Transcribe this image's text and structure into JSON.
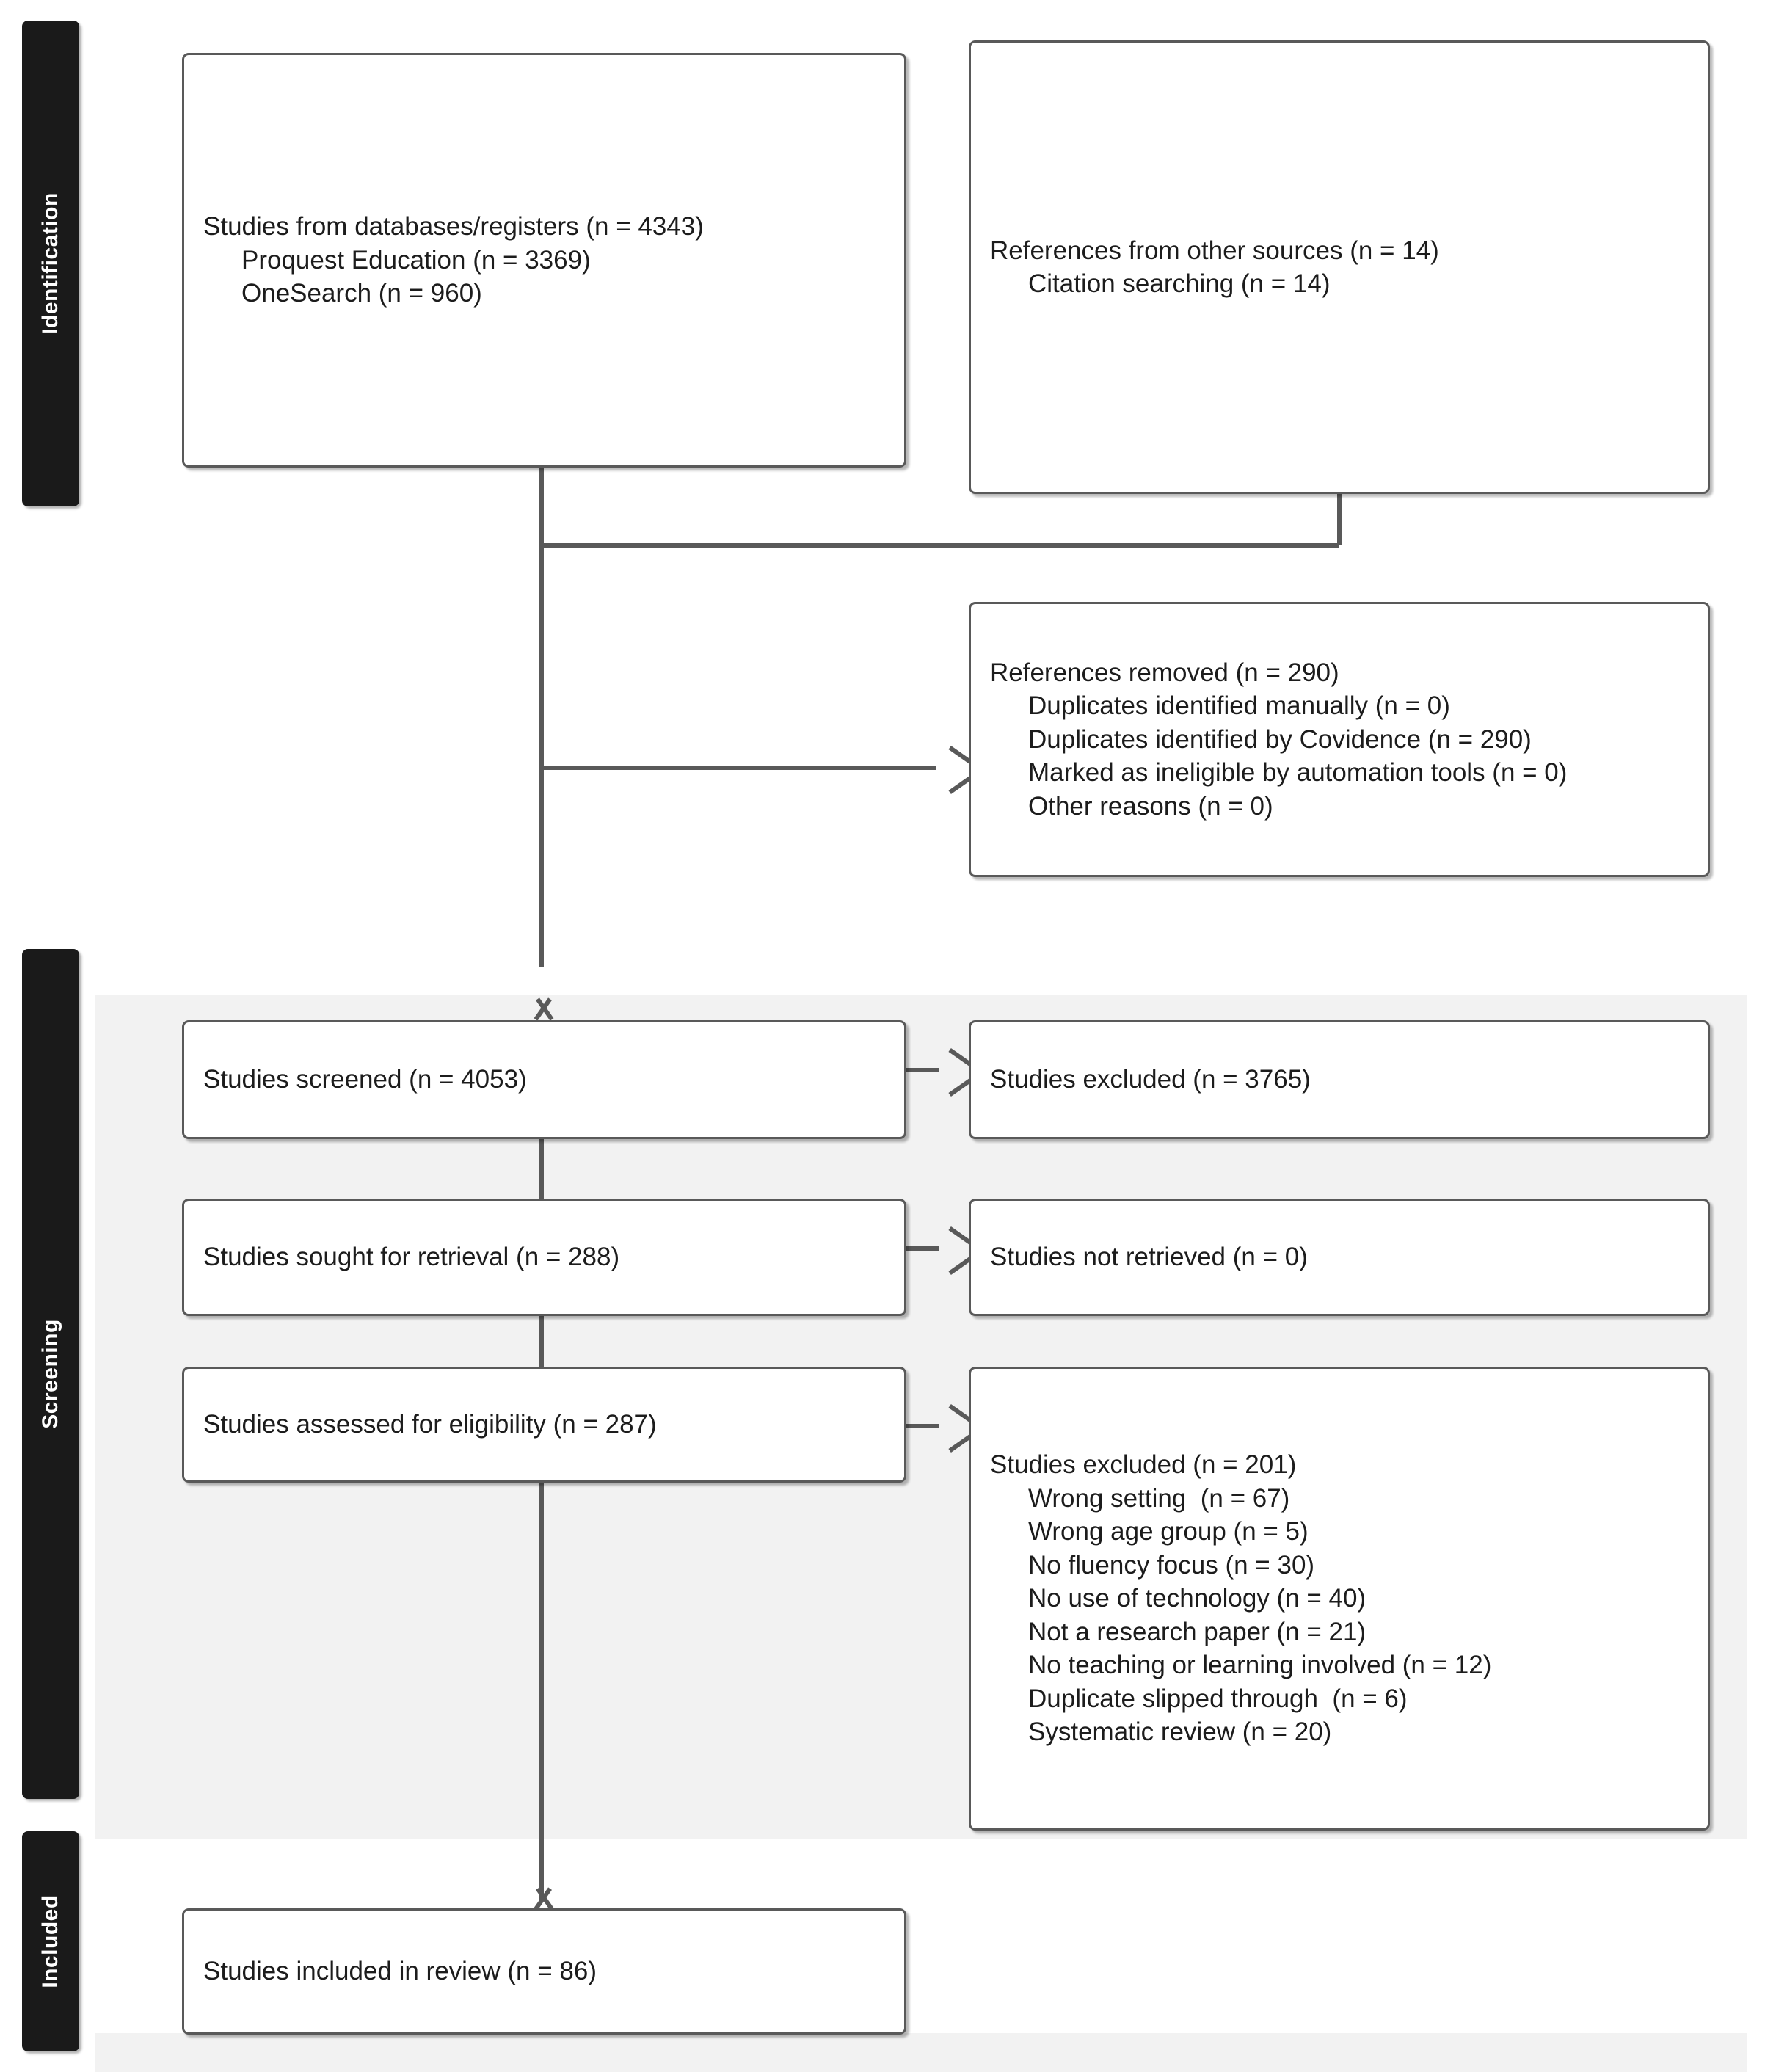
{
  "diagram": {
    "type": "prisma-flow-diagram",
    "stages": [
      {
        "id": "identification",
        "label": "Identification"
      },
      {
        "id": "screening",
        "label": "Screening"
      },
      {
        "id": "included",
        "label": "Included"
      }
    ],
    "boxes": [
      {
        "id": "databases-registers",
        "stage": "identification",
        "lines": [
          {
            "text": "Studies from databases/registers (n = 4343)",
            "level": "main"
          },
          {
            "text": "Proquest Education (n = 3369)",
            "level": "sub"
          },
          {
            "text": "OneSearch (n = 960)",
            "level": "sub"
          }
        ]
      },
      {
        "id": "other-sources",
        "stage": "identification",
        "lines": [
          {
            "text": "References from other sources (n = 14)",
            "level": "main"
          },
          {
            "text": "Citation searching (n = 14)",
            "level": "sub"
          }
        ]
      },
      {
        "id": "references-removed",
        "stage": "identification",
        "lines": [
          {
            "text": "References removed (n = 290)",
            "level": "main"
          },
          {
            "text": "Duplicates identified manually (n = 0)",
            "level": "sub"
          },
          {
            "text": "Duplicates identified by Covidence (n = 290)",
            "level": "sub"
          },
          {
            "text": "Marked as ineligible by automation tools (n = 0)",
            "level": "sub"
          },
          {
            "text": "Other reasons (n = 0)",
            "level": "sub"
          }
        ]
      },
      {
        "id": "studies-screened",
        "stage": "screening",
        "lines": [
          {
            "text": "Studies screened (n = 4053)",
            "level": "main"
          }
        ]
      },
      {
        "id": "studies-excluded-screening",
        "stage": "screening",
        "lines": [
          {
            "text": "Studies excluded (n = 3765)",
            "level": "main"
          }
        ]
      },
      {
        "id": "studies-sought-retrieval",
        "stage": "screening",
        "lines": [
          {
            "text": "Studies sought for retrieval (n = 288)",
            "level": "main"
          }
        ]
      },
      {
        "id": "studies-not-retrieved",
        "stage": "screening",
        "lines": [
          {
            "text": "Studies not retrieved (n = 0)",
            "level": "main"
          }
        ]
      },
      {
        "id": "studies-assessed-eligibility",
        "stage": "screening",
        "lines": [
          {
            "text": "Studies assessed for eligibility (n = 287)",
            "level": "main"
          }
        ]
      },
      {
        "id": "studies-excluded-eligibility",
        "stage": "screening",
        "lines": [
          {
            "text": "Studies excluded (n = 201)",
            "level": "main"
          },
          {
            "text": "Wrong setting  (n = 67)",
            "level": "sub"
          },
          {
            "text": "Wrong age group (n = 5)",
            "level": "sub"
          },
          {
            "text": "No fluency focus (n = 30)",
            "level": "sub"
          },
          {
            "text": "No use of technology (n = 40)",
            "level": "sub"
          },
          {
            "text": "Not a research paper (n = 21)",
            "level": "sub"
          },
          {
            "text": "No teaching or learning involved (n = 12)",
            "level": "sub"
          },
          {
            "text": "Duplicate slipped through  (n = 6)",
            "level": "sub"
          },
          {
            "text": "Systematic review (n = 20)",
            "level": "sub"
          }
        ]
      },
      {
        "id": "studies-included-review",
        "stage": "included",
        "lines": [
          {
            "text": "Studies included in review (n = 86)",
            "level": "main"
          }
        ]
      }
    ],
    "colors": {
      "box_border": "#595959",
      "box_fill": "#ffffff",
      "stage_bar": "#1a1a1a",
      "stage_label": "#ffffff",
      "band_fill": "#f2f2f2",
      "connector": "#595959",
      "text": "#1c1c1c"
    }
  }
}
